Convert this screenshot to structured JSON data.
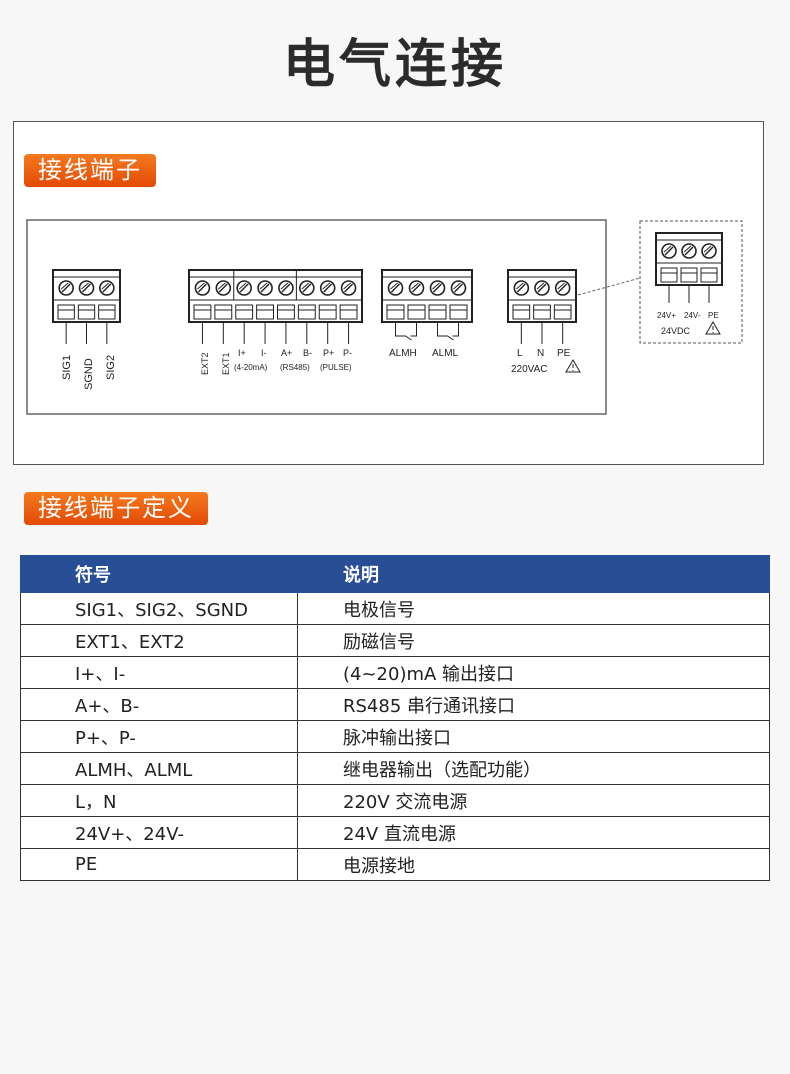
{
  "title": "电气连接",
  "section1": {
    "badge": "接线端子"
  },
  "diagram": {
    "sig": [
      "SIG1",
      "SGND",
      "SIG2"
    ],
    "ext": [
      "EXT2",
      "EXT1"
    ],
    "io": [
      "I+",
      "I-",
      "A+",
      "B-",
      "P+",
      "P-"
    ],
    "io_groups": [
      "(4-20mA)",
      "(RS485)",
      "(PULSE)"
    ],
    "alarm": [
      "ALMH",
      "ALML"
    ],
    "ac": [
      "L",
      "N",
      "PE"
    ],
    "ac_label": "220VAC",
    "dc": [
      "24V+",
      "24V-",
      "PE"
    ],
    "dc_label": "24VDC"
  },
  "section2": {
    "badge": "接线端子定义"
  },
  "table": {
    "headers": [
      "符号",
      "说明"
    ],
    "rows": [
      [
        "SIG1、SIG2、SGND",
        "电极信号"
      ],
      [
        "EXT1、EXT2",
        "励磁信号"
      ],
      [
        "I+、I-",
        "(4~20)mA 输出接口"
      ],
      [
        "A+、B-",
        "RS485 串行通讯接口"
      ],
      [
        "P+、P-",
        "脉冲输出接口"
      ],
      [
        "ALMH、ALML",
        "继电器输出（选配功能）"
      ],
      [
        "L，N",
        "220V 交流电源"
      ],
      [
        "24V+、24V-",
        "24V 直流电源"
      ],
      [
        "PE",
        "电源接地"
      ]
    ]
  }
}
